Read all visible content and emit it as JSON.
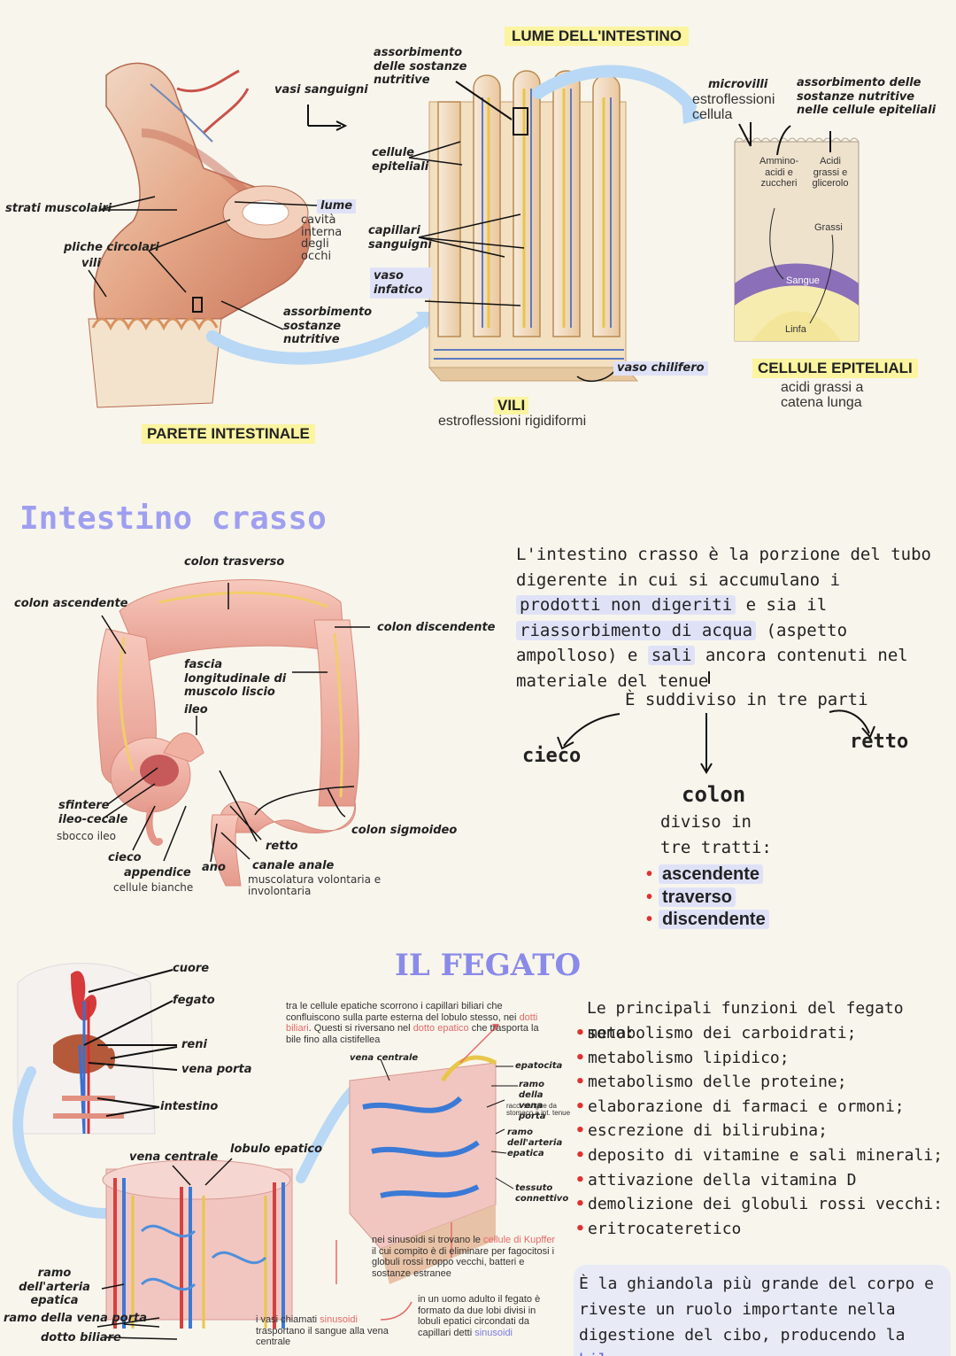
{
  "top": {
    "lume_intestino": "LUME DELL'INTESTINO",
    "vasi_sanguigni": "vasi sanguigni",
    "strati_muscolari": "strati muscolairi",
    "pliche": "pliche circolari",
    "vili_small": "vili",
    "lume": "lume",
    "lume_desc": "cavità interna degli occhi",
    "assorbimento_left": "assorbimento sostanze nutritive",
    "parete": "PARETE INTESTINALE",
    "assorbimento_top": "assorbimento delle sostanze nutritive",
    "cellule_epiteliali_lbl": "cellule epiteliali",
    "capillari": "capillari sanguigni",
    "vaso_linfatico": "vaso infatico",
    "vaso_chilifero": "vaso chilifero",
    "vili_title": "VILI",
    "vili_desc": "estroflessioni rigidiformi",
    "microvilli": "microvilli",
    "microvilli_desc": "estroflessioni cellula",
    "assorbimento_right": "assorbimento delle sostanze nutritive nelle cellule epiteliali",
    "amminoacidi": "Ammino- acidi e zuccheri",
    "acidi_grassi": "Acidi grassi e glicerolo",
    "grassi": "Grassi",
    "sangue": "Sangue",
    "linfa": "Linfa",
    "cellule_title": "CELLULE EPITELIALI",
    "cellule_desc": "acidi grassi a catena lunga"
  },
  "crasso": {
    "title": "Intestino crasso",
    "colon_trasverso": "colon trasverso",
    "colon_ascendente": "colon ascendente",
    "colon_discendente": "colon discendente",
    "fascia": "fascia longitudinale di muscolo liscio",
    "ileo": "ileo",
    "sfintere": "sfintere ileo-cecale",
    "sbocco": "sbocco ileo",
    "cieco": "cieco",
    "appendice": "appendice",
    "cellule_bianche": "cellule bianche",
    "ano": "ano",
    "retto": "retto",
    "canale_anale": "canale anale",
    "muscolatura": "muscolatura volontaria e involontaria",
    "colon_sigmoideo": "colon sigmoideo",
    "text_p1": "L'intestino crasso è la porzione del tubo digerente in cui si accumulano i ",
    "text_h1": "prodotti non digeriti",
    "text_p2": " e sia il ",
    "text_h2": "riassorbimento di acqua",
    "text_p3": " (aspetto ampolloso) e ",
    "text_h3": "sali",
    "text_p4": " ancora contenuti nel materiale del tenue",
    "suddiviso": "È suddiviso in tre parti",
    "part_cieco": "cieco",
    "part_retto": "retto",
    "part_colon": "colon",
    "colon_desc": "diviso in tre tratti:",
    "tratti": [
      "ascendente",
      "traverso",
      "discendente"
    ]
  },
  "fegato": {
    "title": "IL FEGATO",
    "cuore": "cuore",
    "fegato": "fegato",
    "reni": "reni",
    "vena_porta": "vena porta",
    "intestino": "intestino",
    "vena_centrale": "vena centrale",
    "lobulo": "lobulo epatico",
    "ramo_arteria": "ramo dell'arteria epatica",
    "ramo_vena": "ramo della vena porta",
    "dotto_biliare": "dotto biliare",
    "desc_top_1": "tra le cellule epatiche scorrono i capillari biliari che confluiscono sulla parte esterna del lobulo stesso, nei ",
    "desc_top_red1": "dotti biliari",
    "desc_top_2": ". Questi si riversano nel ",
    "desc_top_red2": "dotto epatico",
    "desc_top_3": " che trasporta la bile fino alla cistifellea",
    "vena_centrale_small": "vena centrale",
    "epatocita": "epatocita",
    "ramo_della_vena_porta": "ramo della vena porta",
    "racc_sangue": "racc. sangue da stomaco a int. tenue",
    "ramo_arteria_small": "ramo dell'arteria epatica",
    "tessuto": "tessuto connettivo",
    "sinusoidi_1": "nei sinusoidi si trovano le ",
    "sinusoidi_red": "cellule di Kupffer",
    "sinusoidi_2": " il cui compito è di eliminare per fagocitosi i globuli rossi troppo vecchi, batteri e sostanze estranee",
    "vasi_1": "i vasi chiamati ",
    "vasi_red": "sinusoidi",
    "vasi_2": " trasportano il sangue alla vena centrale",
    "uomo_1": "in un uomo adulto il fegato è formato da due lobi divisi in lobuli epatici circondati da capillari detti ",
    "uomo_red": "sinusoidi",
    "funzioni_title": "Le principali funzioni del fegato sono:",
    "funzioni": [
      "metabolismo dei carboidrati;",
      "metabolismo lipidico;",
      "metabolismo delle proteine;",
      "elaborazione di farmaci e ormoni;",
      "escrezione di bilirubina;",
      "deposito di vitamine e sali minerali;",
      "attivazione della vitamina D",
      "demolizione dei globuli rossi vecchi:",
      "eritrocatereticο"
    ],
    "ghiandola_1": "È la ghiandola più grande del corpo e riveste un ruolo importante nella digestione del cibo, producendo la ",
    "ghiandola_bile": "bile"
  }
}
